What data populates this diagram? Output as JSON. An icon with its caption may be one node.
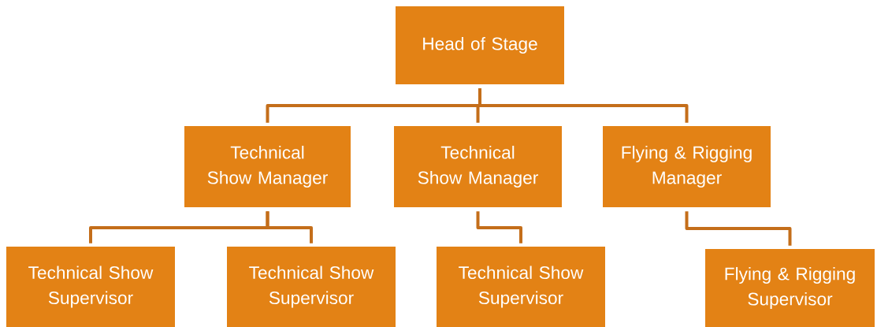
{
  "diagram": {
    "nodes": [
      {
        "text": [
          "Head of Stage"
        ]
      },
      {
        "text": [
          "Technical Show Manager"
        ]
      },
      {
        "text": [
          "Technical Show Manager"
        ]
      },
      {
        "text": [
          "Flying & Rigging Manager"
        ]
      },
      {
        "text": [
          "Technical Show Supervisor"
        ]
      },
      {
        "text": [
          "Technical Show Supervisor"
        ]
      },
      {
        "text": [
          "Technical Show Supervisor"
        ]
      },
      {
        "text": [
          "Flying & Rigging Supervisor"
        ]
      }
    ],
    "edges": [
      {
        "from": 0,
        "to": 1,
        "arrow": "none"
      },
      {
        "from": 0,
        "to": 2,
        "arrow": "none"
      },
      {
        "from": 0,
        "to": 3,
        "arrow": "none"
      },
      {
        "from": 1,
        "to": 4,
        "arrow": "none"
      },
      {
        "from": 1,
        "to": 5,
        "arrow": "none"
      },
      {
        "from": 2,
        "to": 6,
        "arrow": "none"
      },
      {
        "from": 3,
        "to": 7,
        "arrow": "none"
      }
    ]
  }
}
